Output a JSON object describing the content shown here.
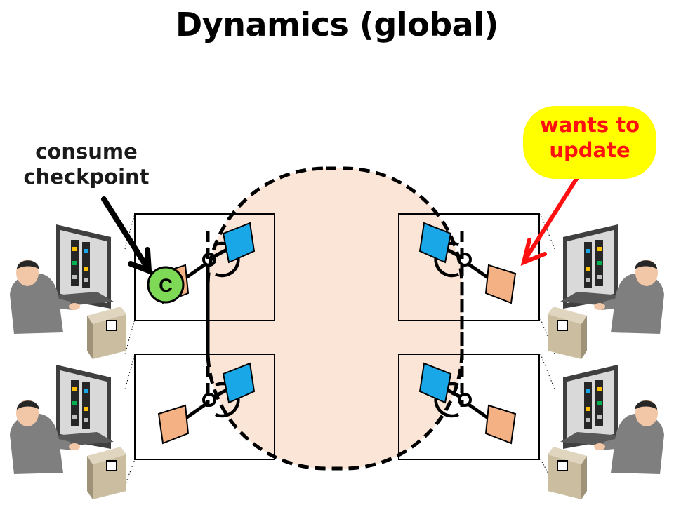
{
  "title": "Dynamics (global)",
  "annotations": {
    "consume": "consume\ncheckpoint",
    "wants_update": "wants to\nupdate"
  },
  "checkpoint_marker": "C",
  "colors": {
    "cluster_fill": "#fbe5d6",
    "published_panel": "#1aa7e8",
    "local_panel": "#f4b183",
    "checkpoint": "#7ed957",
    "bubble": "#ffff00",
    "alert": "#ff0000"
  },
  "icons": [
    "user-at-computer-icon",
    "tower-pc-icon",
    "monitor-icon",
    "component-icon",
    "checkpoint-icon"
  ]
}
